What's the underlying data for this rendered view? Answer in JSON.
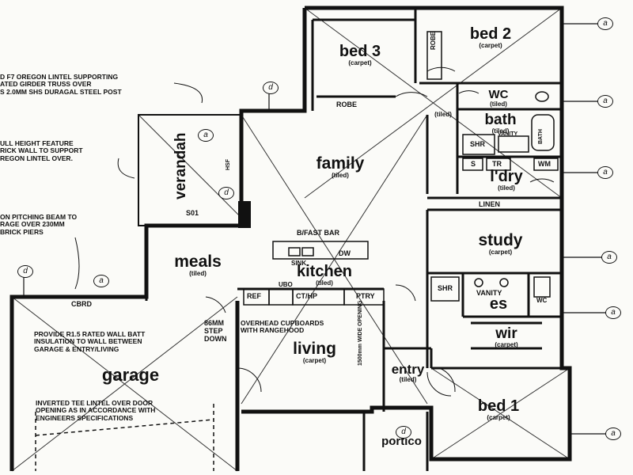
{
  "rooms": {
    "bed3": {
      "name": "bed 3",
      "floor": "(carpet)"
    },
    "bed2": {
      "name": "bed 2",
      "floor": "(carpet)"
    },
    "wc1": {
      "name": "WC",
      "floor": "(tiled)"
    },
    "bath": {
      "name": "bath",
      "floor": "(tiled)"
    },
    "hall": {
      "floor": "(tiled)"
    },
    "family": {
      "name": "family",
      "floor": "(tiled)"
    },
    "ldry": {
      "name": "l'dry",
      "floor": "(tiled)"
    },
    "study": {
      "name": "study",
      "floor": "(carpet)"
    },
    "meals": {
      "name": "meals",
      "floor": "(tiled)"
    },
    "kitchen": {
      "name": "kitchen",
      "floor": "(tiled)"
    },
    "es": {
      "name": "es"
    },
    "wir": {
      "name": "wir",
      "floor": "(carpet)"
    },
    "living": {
      "name": "living",
      "floor": "(carpet)"
    },
    "entry": {
      "name": "entry",
      "floor": "(tiled)"
    },
    "garage": {
      "name": "garage"
    },
    "bed1": {
      "name": "bed 1",
      "floor": "(carpet)"
    },
    "portico": {
      "name": "portico"
    },
    "verandah": {
      "name": "verandah"
    }
  },
  "labels": {
    "robe_bed2": "ROBE",
    "robe_bed3": "ROBE",
    "shr1": "SHR",
    "vanity1": "VANITY",
    "bath_tub": "BATH",
    "s": "S",
    "tr": "TR",
    "wm": "WM",
    "linen": "LINEN",
    "shr2": "SHR",
    "vanity2": "VANITY",
    "wc2": "WC",
    "bfast": "B/FAST BAR",
    "sink": "SINK",
    "dw": "DW",
    "ubo": "UBO",
    "ref": "REF",
    "cthp": "CT/HP",
    "ptry": "PTRY",
    "cbrd": "CBRD",
    "s01": "S01",
    "hsf": "HSF",
    "step": [
      "86mm",
      "STEP",
      "DOWN"
    ],
    "opening": "1500mm WIDE OPENING"
  },
  "notes": {
    "lintel": [
      "D F7 OREGON LINTEL SUPPORTING",
      "ATED GIRDER TRUSS OVER",
      "s 2.0mm SHS DURAGAL STEEL POST"
    ],
    "feature_wall": [
      "ULL HEIGHT FEATURE",
      "RICK WALL TO SUPPORT",
      "REGON LINTEL OVER."
    ],
    "pitching_beam": [
      "ON PITCHING BEAM TO",
      "RAGE OVER 230mm",
      "BRICK PIERS"
    ],
    "batt": [
      "PROVIDE R1.5 RATED WALL BATT",
      "INSULATION TO WALL BETWEEN",
      "GARAGE & ENTRY/LIVING"
    ],
    "cupboards": [
      "OVERHEAD CUPBOARDS",
      "WITH RANGEHOOD"
    ],
    "tee_lintel": [
      "INVERTED TEE LINTEL OVER DOOR",
      "OPENING AS IN ACCORDANCE WITH",
      "ENGINEERS SPECIFICATIONS"
    ]
  },
  "grid_markers": {
    "a": "a",
    "d": "d"
  },
  "colors": {
    "ink": "#111111",
    "paper": "#fbfbf8"
  }
}
